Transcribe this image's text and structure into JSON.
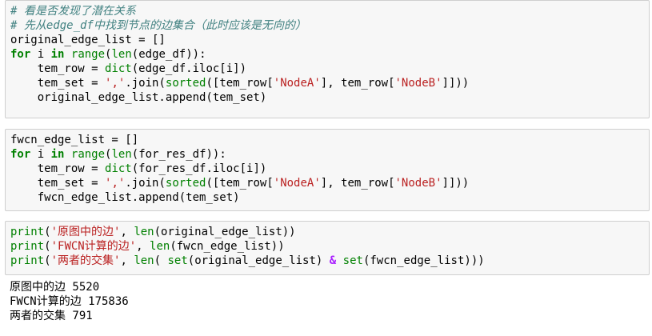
{
  "cells": [
    {
      "lines": [
        [
          {
            "t": "# 看是否发现了潜在关系",
            "c": "cm"
          }
        ],
        [
          {
            "t": "# 先从edge_df中找到节点的边集合（此时应该是无向的）",
            "c": "cm"
          }
        ],
        [
          {
            "t": "original_edge_list = []",
            "c": ""
          }
        ],
        [
          {
            "t": "for",
            "c": "kw"
          },
          {
            "t": " i ",
            "c": ""
          },
          {
            "t": "in",
            "c": "kw"
          },
          {
            "t": " ",
            "c": ""
          },
          {
            "t": "range",
            "c": "bi"
          },
          {
            "t": "(",
            "c": ""
          },
          {
            "t": "len",
            "c": "bi"
          },
          {
            "t": "(edge_df)):",
            "c": ""
          }
        ],
        [
          {
            "t": "    tem_row = ",
            "c": ""
          },
          {
            "t": "dict",
            "c": "bi"
          },
          {
            "t": "(edge_df.iloc[i])",
            "c": ""
          }
        ],
        [
          {
            "t": "    tem_set = ",
            "c": ""
          },
          {
            "t": "','",
            "c": "st"
          },
          {
            "t": ".join(",
            "c": ""
          },
          {
            "t": "sorted",
            "c": "bi"
          },
          {
            "t": "([tem_row[",
            "c": ""
          },
          {
            "t": "'NodeA'",
            "c": "st"
          },
          {
            "t": "], tem_row[",
            "c": ""
          },
          {
            "t": "'NodeB'",
            "c": "st"
          },
          {
            "t": "]]))",
            "c": ""
          }
        ],
        [
          {
            "t": "    original_edge_list.append(tem_set)",
            "c": ""
          }
        ]
      ]
    },
    {
      "lines": [
        [
          {
            "t": "fwcn_edge_list = []",
            "c": ""
          }
        ],
        [
          {
            "t": "for",
            "c": "kw"
          },
          {
            "t": " i ",
            "c": ""
          },
          {
            "t": "in",
            "c": "kw"
          },
          {
            "t": " ",
            "c": ""
          },
          {
            "t": "range",
            "c": "bi"
          },
          {
            "t": "(",
            "c": ""
          },
          {
            "t": "len",
            "c": "bi"
          },
          {
            "t": "(for_res_df)):",
            "c": ""
          }
        ],
        [
          {
            "t": "    tem_row = ",
            "c": ""
          },
          {
            "t": "dict",
            "c": "bi"
          },
          {
            "t": "(for_res_df.iloc[i])",
            "c": ""
          }
        ],
        [
          {
            "t": "    tem_set = ",
            "c": ""
          },
          {
            "t": "','",
            "c": "st"
          },
          {
            "t": ".join(",
            "c": ""
          },
          {
            "t": "sorted",
            "c": "bi"
          },
          {
            "t": "([tem_row[",
            "c": ""
          },
          {
            "t": "'NodeA'",
            "c": "st"
          },
          {
            "t": "], tem_row[",
            "c": ""
          },
          {
            "t": "'NodeB'",
            "c": "st"
          },
          {
            "t": "]]))",
            "c": ""
          }
        ],
        [
          {
            "t": "    fwcn_edge_list.append(tem_set)",
            "c": ""
          }
        ]
      ]
    },
    {
      "lines": [
        [
          {
            "t": "print",
            "c": "bi"
          },
          {
            "t": "(",
            "c": ""
          },
          {
            "t": "'原图中的边'",
            "c": "st"
          },
          {
            "t": ", ",
            "c": ""
          },
          {
            "t": "len",
            "c": "bi"
          },
          {
            "t": "(original_edge_list))",
            "c": ""
          }
        ],
        [
          {
            "t": "print",
            "c": "bi"
          },
          {
            "t": "(",
            "c": ""
          },
          {
            "t": "'FWCN计算的边'",
            "c": "st"
          },
          {
            "t": ", ",
            "c": ""
          },
          {
            "t": "len",
            "c": "bi"
          },
          {
            "t": "(fwcn_edge_list))",
            "c": ""
          }
        ],
        [
          {
            "t": "print",
            "c": "bi"
          },
          {
            "t": "(",
            "c": ""
          },
          {
            "t": "'两者的交集'",
            "c": "st"
          },
          {
            "t": ", ",
            "c": ""
          },
          {
            "t": "len",
            "c": "bi"
          },
          {
            "t": "( ",
            "c": ""
          },
          {
            "t": "set",
            "c": "bi"
          },
          {
            "t": "(original_edge_list) ",
            "c": ""
          },
          {
            "t": "&",
            "c": "op"
          },
          {
            "t": " ",
            "c": ""
          },
          {
            "t": "set",
            "c": "bi"
          },
          {
            "t": "(fwcn_edge_list)))",
            "c": ""
          }
        ]
      ]
    }
  ],
  "output": [
    "原图中的边 5520",
    "FWCN计算的边 175836",
    "两者的交集 791"
  ]
}
